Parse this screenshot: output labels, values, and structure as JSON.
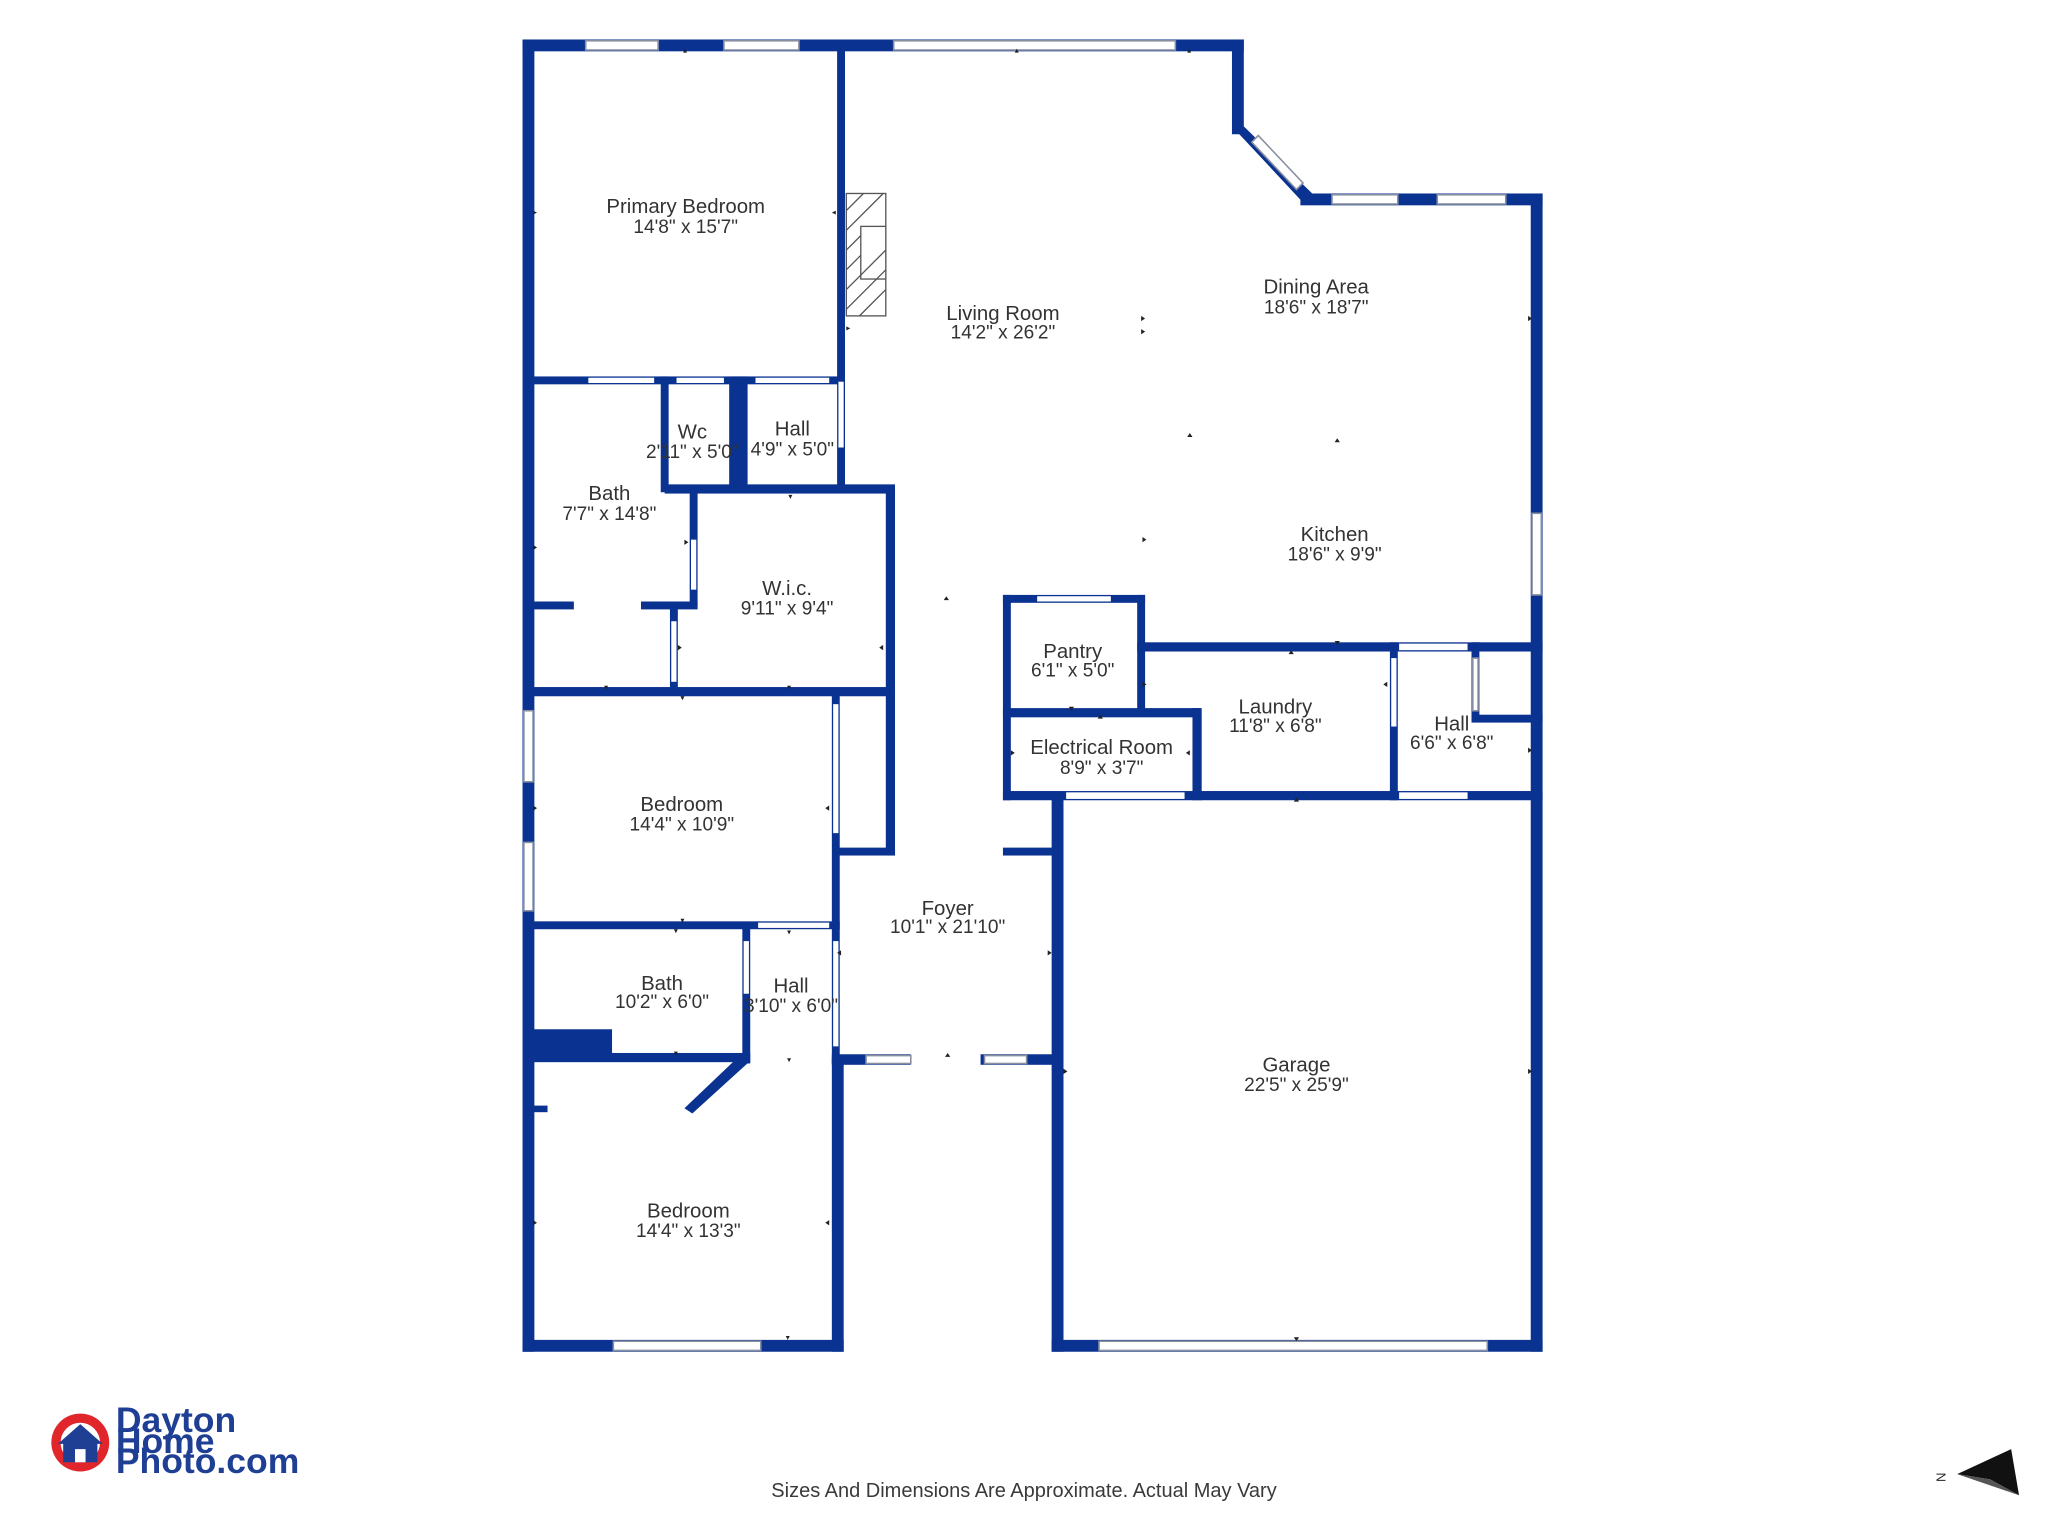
{
  "rooms": [
    {
      "name": "Primary Bedroom",
      "dim": "14'8\" x 15'7\""
    },
    {
      "name": "Living Room",
      "dim": "14'2\" x 26'2\""
    },
    {
      "name": "Dining Area",
      "dim": "18'6\" x 18'7\""
    },
    {
      "name": "Wc",
      "dim": "2'11\" x 5'0\""
    },
    {
      "name": "Hall",
      "dim": "4'9\" x 5'0\""
    },
    {
      "name": "Bath",
      "dim": "7'7\" x 14'8\""
    },
    {
      "name": "Kitchen",
      "dim": "18'6\" x 9'9\""
    },
    {
      "name": "W.i.c.",
      "dim": "9'11\" x 9'4\""
    },
    {
      "name": "Pantry",
      "dim": "6'1\" x 5'0\""
    },
    {
      "name": "Laundry",
      "dim": "11'8\" x 6'8\""
    },
    {
      "name": "Hall",
      "dim": "6'6\" x 6'8\""
    },
    {
      "name": "Electrical Room",
      "dim": "8'9\" x 3'7\""
    },
    {
      "name": "Bedroom",
      "dim": "14'4\" x 10'9\""
    },
    {
      "name": "Foyer",
      "dim": "10'1\" x 21'10\""
    },
    {
      "name": "Bath",
      "dim": "10'2\" x 6'0\""
    },
    {
      "name": "Hall",
      "dim": "3'10\" x 6'0\""
    },
    {
      "name": "Garage",
      "dim": "22'5\" x 25'9\""
    },
    {
      "name": "Bedroom",
      "dim": "14'4\" x 13'3\""
    }
  ],
  "branding": {
    "line1": "Dayton",
    "line2": "Home",
    "line3": "Photo.com"
  },
  "footer": {
    "note": "Sizes And Dimensions Are Approximate. Actual May Vary"
  },
  "compass": {
    "label": "N",
    "icon": "north-arrow-icon"
  },
  "colors": {
    "wall": "#0a3290",
    "brand_blue": "#1f3f95",
    "brand_red": "#e0262b"
  }
}
